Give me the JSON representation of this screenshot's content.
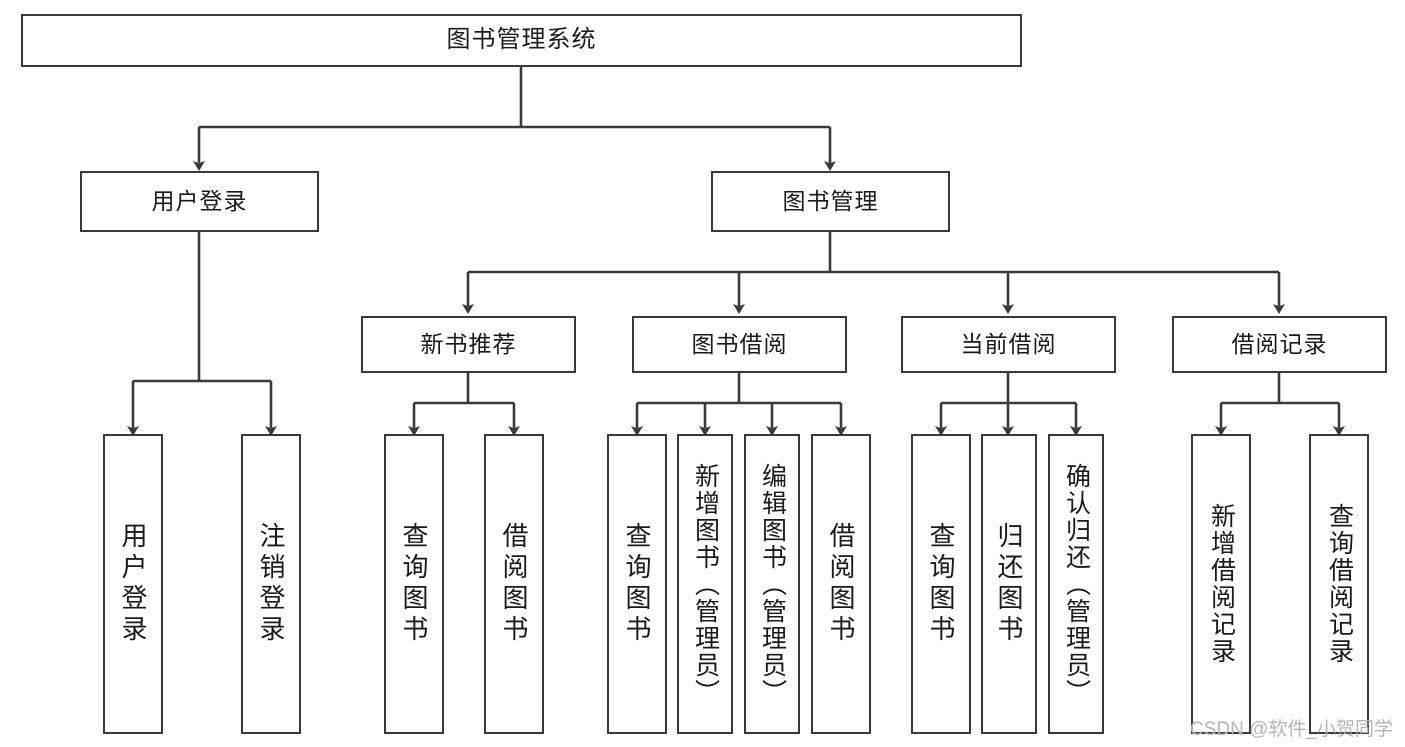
{
  "diagram": {
    "title": "图书管理系统",
    "type": "tree",
    "nodes": {
      "root": {
        "label": "图书管理系统"
      },
      "level1": [
        {
          "id": "user-login",
          "label": "用户登录"
        },
        {
          "id": "book-manage",
          "label": "图书管理"
        }
      ],
      "level2": [
        {
          "id": "new-book-rec",
          "label": "新书推荐"
        },
        {
          "id": "book-borrow",
          "label": "图书借阅"
        },
        {
          "id": "current-borrow",
          "label": "当前借阅"
        },
        {
          "id": "borrow-record",
          "label": "借阅记录"
        }
      ],
      "leaves": [
        {
          "id": "leaf-user-login",
          "label": "用户登录",
          "parent": "user-login"
        },
        {
          "id": "leaf-user-logout",
          "label": "注销登录",
          "parent": "user-login"
        },
        {
          "id": "leaf-query-book-1",
          "label": "查询图书",
          "parent": "new-book-rec"
        },
        {
          "id": "leaf-borrow-book-1",
          "label": "借阅图书",
          "parent": "new-book-rec"
        },
        {
          "id": "leaf-query-book-2",
          "label": "查询图书",
          "parent": "book-borrow"
        },
        {
          "id": "leaf-add-book",
          "label": "新增图书（管理员）",
          "parent": "book-borrow"
        },
        {
          "id": "leaf-edit-book",
          "label": "编辑图书（管理员）",
          "parent": "book-borrow"
        },
        {
          "id": "leaf-borrow-book-2",
          "label": "借阅图书",
          "parent": "book-borrow"
        },
        {
          "id": "leaf-query-book-3",
          "label": "查询图书",
          "parent": "current-borrow"
        },
        {
          "id": "leaf-return-book",
          "label": "归还图书",
          "parent": "current-borrow"
        },
        {
          "id": "leaf-confirm-return",
          "label": "确认归还（管理员）",
          "parent": "current-borrow"
        },
        {
          "id": "leaf-add-record",
          "label": "新增借阅记录",
          "parent": "borrow-record"
        },
        {
          "id": "leaf-query-record",
          "label": "查询借阅记录",
          "parent": "borrow-record"
        }
      ]
    },
    "colors": {
      "stroke": "#3a3a3a",
      "fill": "#ffffff",
      "text": "#1a1a1a",
      "watermark": "#b5b5b5"
    }
  },
  "watermark": {
    "text": "CSDN @软件_小贺同学"
  }
}
